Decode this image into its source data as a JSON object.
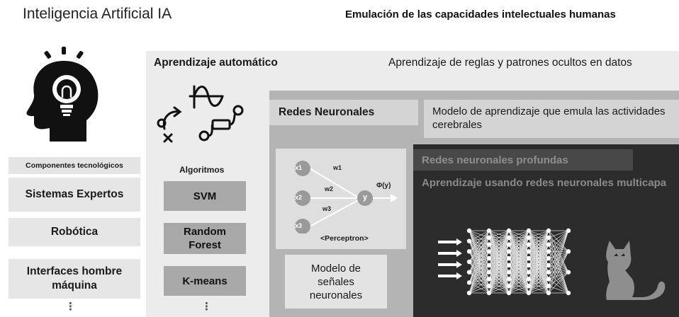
{
  "header": {
    "title": "Inteligencia Artificial IA",
    "subtitle": "Emulación de las capacidades intelectuales humanas"
  },
  "left": {
    "icon": "head-lightbulb-icon",
    "components_title": "Componentes tecnológicos",
    "items": [
      "Sistemas Expertos",
      "Robótica",
      "Interfaces hombre máquina"
    ],
    "more": "⋮"
  },
  "ml": {
    "title": "Aprendizaje automático",
    "description": "Aprendizaje de reglas y patrones ocultos en datos",
    "algorithms_label": "Algoritmos",
    "algorithms": [
      "SVM",
      "Random Forest",
      "K-means"
    ],
    "more": "⋮",
    "icon": "algorithm-sketch-icon"
  },
  "nn": {
    "title": "Redes Neuronales",
    "description": "Modelo de aprendizaje que emula las actividades cerebrales",
    "perceptron": {
      "inputs": [
        "x1",
        "x2",
        "x3"
      ],
      "weights": [
        "w1",
        "w2",
        "w3"
      ],
      "output": "y",
      "activation": "Φ(y)",
      "label": "<Perceptron>"
    },
    "signal_model": "Modelo de señales neuronales"
  },
  "deep": {
    "title": "Redes neuronales profundas",
    "description": "Aprendizaje usando redes neuronales multicapa",
    "icon": "cat-silhouette-icon"
  }
}
